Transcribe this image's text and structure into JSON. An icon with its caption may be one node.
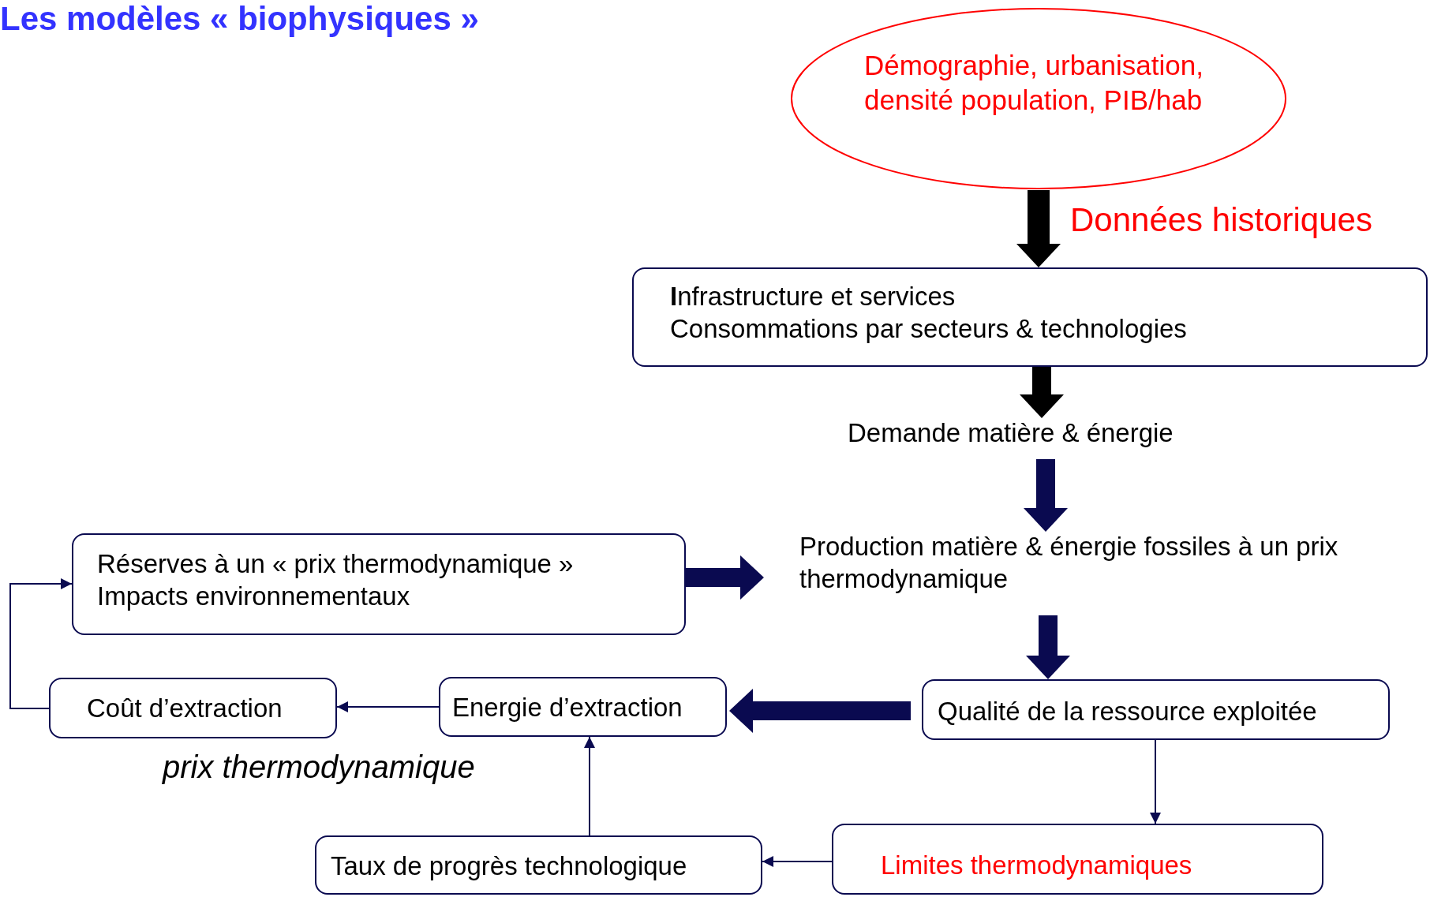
{
  "diagram": {
    "title": "Les modèles « biophysiques »",
    "nodes": [
      {
        "text": [
          "Démographie, urbanisation, densité population, PIB/hab"
        ]
      },
      {
        "text": [
          "**I**nfrastructure et services",
          "Consommations par secteurs & technologies"
        ]
      },
      {
        "text": [
          "Demande matière & énergie"
        ]
      },
      {
        "text": [
          "Production matière & énergie fossiles à un prix thermodynamique"
        ]
      },
      {
        "text": [
          "Réserves à un « prix thermodynamique »",
          "Impacts environnementaux"
        ]
      },
      {
        "text": [
          "Qualité de la ressource exploitée"
        ]
      },
      {
        "text": [
          "Energie d’extraction"
        ]
      },
      {
        "text": [
          "Coût d’extraction"
        ]
      },
      {
        "text": [
          "Taux de progrès technologique"
        ]
      },
      {
        "text": [
          "Limites thermodynamiques"
        ]
      }
    ],
    "edges": [
      {
        "from": 0,
        "to": 1,
        "arrow": "to",
        "style": "thick",
        "color": "#000000",
        "label": "Données historiques"
      },
      {
        "from": 1,
        "to": 2,
        "arrow": "to",
        "style": "thick",
        "color": "#000000"
      },
      {
        "from": 2,
        "to": 3,
        "arrow": "to",
        "style": "thick"
      },
      {
        "from": 3,
        "to": 5,
        "arrow": "to",
        "style": "thick"
      },
      {
        "from": 4,
        "to": 3,
        "arrow": "to",
        "style": "thick"
      },
      {
        "from": 5,
        "to": 6,
        "arrow": "to",
        "style": "thick"
      },
      {
        "from": 6,
        "to": 7,
        "arrow": "to"
      },
      {
        "from": 7,
        "to": 4,
        "arrow": "to"
      },
      {
        "from": 5,
        "to": 9,
        "arrow": "to"
      },
      {
        "from": 9,
        "to": 8,
        "arrow": "to"
      },
      {
        "from": 8,
        "to": 6,
        "arrow": "to"
      }
    ],
    "labels": [
      "prix thermodynamique"
    ]
  }
}
